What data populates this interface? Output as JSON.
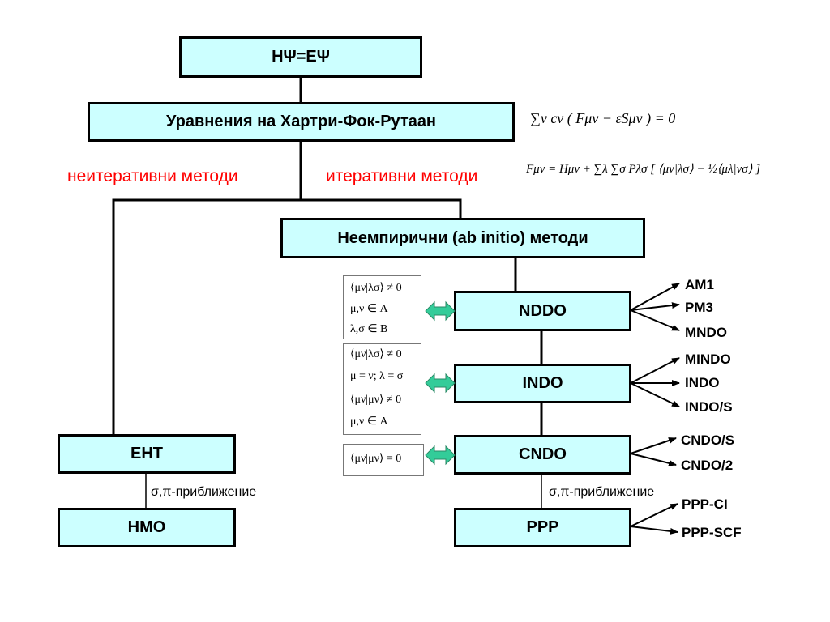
{
  "boxes": {
    "schrodinger": "HΨ=EΨ",
    "hfr": "Уравнения на Хартри-Фок-Рутаан",
    "abinitio": "Неемпирични (ab initio) методи",
    "nddo": "NDDO",
    "indo": "INDO",
    "cndo": "CNDO",
    "ppp": "PPP",
    "eht": "EHT",
    "hmo": "HMO"
  },
  "labels": {
    "noniterative": "неитеративни методи",
    "iterative": "итеративни методи",
    "sigma_pi_left": "σ,π-приближение",
    "sigma_pi_right": "σ,π-приближение"
  },
  "formulas": {
    "roothaan": "∑ν cν ( Fμν − εSμν ) = 0",
    "fock": "Fμν = Hμν + ∑λ ∑σ Pλσ [ ⟨μν|λσ⟩ − ½⟨μλ|νσ⟩ ]"
  },
  "conditions": {
    "nddo": [
      "⟨μν|λσ⟩ ≠ 0",
      "μ,ν ∈ A",
      "λ,σ ∈ B"
    ],
    "indo": [
      "⟨μν|λσ⟩ ≠ 0",
      "μ = ν; λ = σ",
      "⟨μν|μν⟩ ≠ 0",
      "μ,ν ∈ A"
    ],
    "cndo": [
      "⟨μν|μν⟩ = 0"
    ]
  },
  "methods": {
    "nddo": [
      "AM1",
      "PM3",
      "MNDO"
    ],
    "indo": [
      "MINDO",
      "INDO",
      "INDO/S"
    ],
    "cndo": [
      "CNDO/S",
      "CNDO/2"
    ],
    "ppp": [
      "PPP-CI",
      "PPP-SCF"
    ]
  },
  "colors": {
    "box_fill": "#ccffff",
    "noniterative_text": "#ff0000",
    "double_arrow": "#33cc99"
  }
}
